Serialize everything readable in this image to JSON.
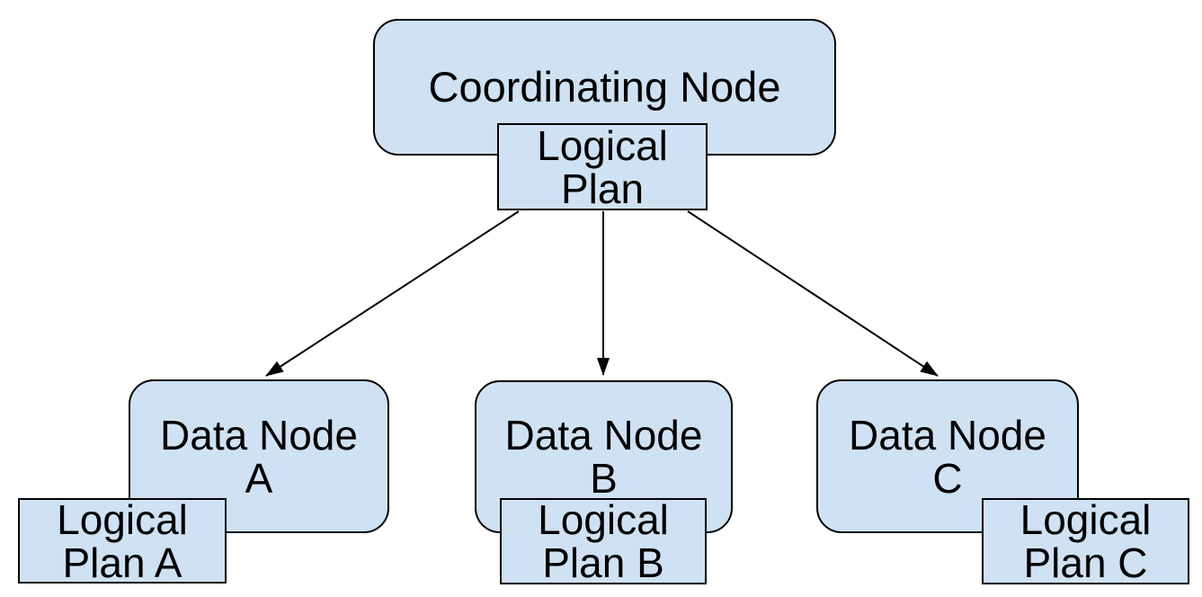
{
  "diagram": {
    "colors": {
      "node_fill": "#cfe2f3",
      "node_border": "#000000",
      "arrow": "#000000",
      "background": "#ffffff"
    },
    "coordinating_node": {
      "label": "Coordinating Node"
    },
    "coordinator_plan": {
      "line1": "Logical",
      "line2": "Plan"
    },
    "data_node_a": {
      "line1": "Data Node",
      "line2": "A"
    },
    "data_node_b": {
      "line1": "Data Node",
      "line2": "B"
    },
    "data_node_c": {
      "line1": "Data Node",
      "line2": "C"
    },
    "plan_a": {
      "line1": "Logical",
      "line2": "Plan A"
    },
    "plan_b": {
      "line1": "Logical",
      "line2": "Plan B"
    },
    "plan_c": {
      "line1": "Logical",
      "line2": "Plan C"
    }
  }
}
